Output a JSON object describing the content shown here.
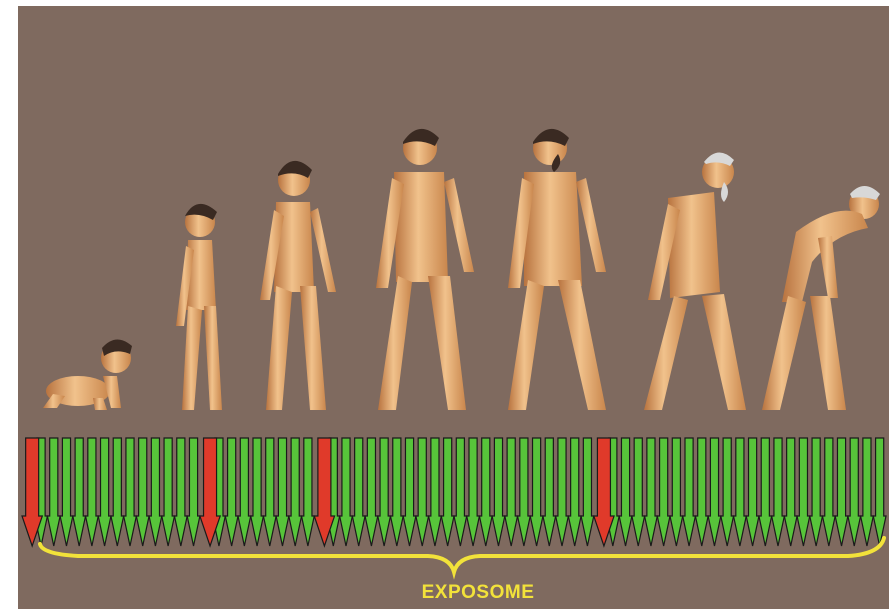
{
  "figure": {
    "caption": "EXPOSOME",
    "life_stages": [
      "infant",
      "toddler",
      "child",
      "young-adult",
      "adult",
      "older-adult",
      "elderly"
    ],
    "arrows": {
      "count": 68,
      "red_positions": [
        0,
        14,
        23,
        45
      ],
      "colors": {
        "green": "#57c43a",
        "red": "#e03a2a",
        "outline": "#1a1a1a",
        "brace": "#f2e23a"
      }
    }
  }
}
